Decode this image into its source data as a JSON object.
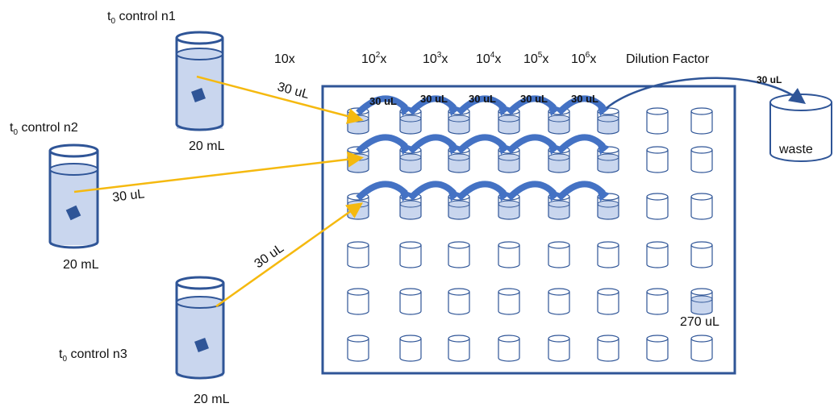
{
  "colors": {
    "outline": "#2F5597",
    "liquid": "#C9D6EE",
    "arrow_fill": "#4472C4",
    "pipette_line": "#F5B90F",
    "sample": "#2F5597",
    "text": "#111111"
  },
  "labels": {
    "control_n1": {
      "t": "t",
      "sub": "0",
      "rest": " control n1"
    },
    "control_n2": {
      "t": "t",
      "sub": "0",
      "rest": " control n2"
    },
    "control_n3": {
      "t": "t",
      "sub": "0",
      "rest": " control n3"
    },
    "volume_n1": "20 mL",
    "volume_n2": "20 mL",
    "volume_n3": "20 mL",
    "transfer_n1": "30 uL",
    "transfer_n2": "30 uL",
    "transfer_n3": "30 uL",
    "waste": "waste",
    "waste_transfer": "30 uL",
    "well_volume": "270 uL",
    "dilution_factor": "Dilution Factor"
  },
  "dilution_columns": [
    {
      "base": "10x",
      "exp": ""
    },
    {
      "base": "10",
      "exp": "2",
      "tail": "x"
    },
    {
      "base": "10",
      "exp": "3",
      "tail": "x"
    },
    {
      "base": "10",
      "exp": "4",
      "tail": "x"
    },
    {
      "base": "10",
      "exp": "5",
      "tail": "x"
    },
    {
      "base": "10",
      "exp": "6",
      "tail": "x"
    }
  ],
  "serial_transfer_labels": [
    "30 uL",
    "30 uL",
    "30 uL",
    "30 uL",
    "30 uL"
  ],
  "plate": {
    "rows": 6,
    "cols": 8,
    "filled_wells": [
      [
        0,
        0
      ],
      [
        0,
        1
      ],
      [
        0,
        2
      ],
      [
        0,
        3
      ],
      [
        0,
        4
      ],
      [
        0,
        5
      ],
      [
        1,
        0
      ],
      [
        1,
        1
      ],
      [
        1,
        2
      ],
      [
        1,
        3
      ],
      [
        1,
        4
      ],
      [
        1,
        5
      ],
      [
        2,
        0
      ],
      [
        2,
        1
      ],
      [
        2,
        2
      ],
      [
        2,
        3
      ],
      [
        2,
        4
      ],
      [
        2,
        5
      ],
      [
        4,
        7
      ]
    ]
  }
}
